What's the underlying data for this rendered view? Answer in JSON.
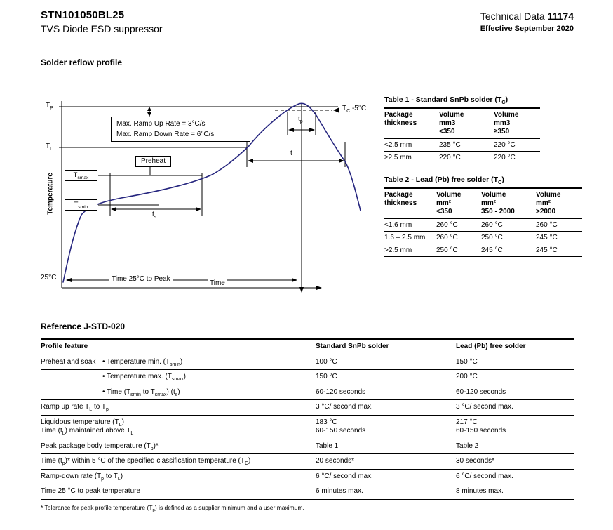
{
  "header": {
    "part_number": "STN101050BL25",
    "subtitle": "TVS Diode ESD suppressor",
    "doc_type": "Technical Data",
    "doc_number": "11174",
    "effective": "Effective September 2020"
  },
  "section_title": "Solder reflow profile",
  "reference_title": "Reference J-STD-020",
  "colors": {
    "curve": "#26267f"
  },
  "chart": {
    "y_axis_label": "Temperature",
    "x_axis_label": "Time",
    "tp": [
      {
        "t": "T"
      },
      {
        "s": "P"
      }
    ],
    "tl": [
      {
        "t": "T"
      },
      {
        "s": "L"
      }
    ],
    "tsmax": [
      {
        "t": "T"
      },
      {
        "s": "smax"
      }
    ],
    "tsmin": [
      {
        "t": "T"
      },
      {
        "s": "smin"
      }
    ],
    "start_temp": "25°C",
    "ramp_up": "Max. Ramp Up Rate = 3°C/s",
    "ramp_down": "Max. Ramp Down Rate = 6°C/s",
    "preheat": "Preheat",
    "tc_label": [
      {
        "t": "T"
      },
      {
        "s": "C"
      },
      {
        "t": " -5°C"
      }
    ],
    "tp_time": [
      {
        "t": "t"
      },
      {
        "s": "p"
      }
    ],
    "t_time": "t",
    "ts_time": [
      {
        "t": "t"
      },
      {
        "s": "s"
      }
    ],
    "time_to_peak": "Time 25°C to Peak"
  },
  "table1": {
    "title": [
      {
        "t": "Table 1 - Standard SnPb solder (T"
      },
      {
        "s": "C"
      },
      {
        "t": ")"
      }
    ],
    "col_headers": [
      "Package\nthickness",
      "Volume\nmm3\n<350",
      "Volume\nmm3\n≥350"
    ],
    "rows": [
      {
        "thickness": "<2.5 mm",
        "v1": "235 °C",
        "v2": "220 °C"
      },
      {
        "thickness": "≥2.5 mm",
        "v1": "220 °C",
        "v2": "220 °C"
      }
    ]
  },
  "table2": {
    "title": [
      {
        "t": "Table 2 - Lead (Pb) free solder (T"
      },
      {
        "s": "C"
      },
      {
        "t": ")"
      }
    ],
    "col_headers": [
      "Package\nthickness",
      "Volume\nmm²\n<350",
      "Volume\nmm²\n350 - 2000",
      "Volume\nmm²\n>2000"
    ],
    "rows": [
      {
        "thickness": "<1.6 mm",
        "v1": "260 °C",
        "v2": "260 °C",
        "v3": "260 °C"
      },
      {
        "thickness": "1.6 – 2.5 mm",
        "v1": "260 °C",
        "v2": "250 °C",
        "v3": "245 °C"
      },
      {
        "thickness": ">2.5 mm",
        "v1": "250 °C",
        "v2": "245 °C",
        "v3": "245 °C"
      }
    ]
  },
  "ref_table": {
    "col_headers": [
      "Profile feature",
      "Standard SnPb solder",
      "Lead (Pb) free solder"
    ],
    "rows": [
      {
        "group": "Preheat and soak",
        "feature": [
          {
            "t": "•  Temperature min. (T"
          },
          {
            "s": "smin"
          },
          {
            "t": ")"
          }
        ],
        "snpb": "100 °C",
        "pbfree": "150 °C"
      },
      {
        "group": "",
        "feature": [
          {
            "t": "•  Temperature max. (T"
          },
          {
            "s": "smax"
          },
          {
            "t": ")"
          }
        ],
        "snpb": "150 °C",
        "pbfree": "200 °C"
      },
      {
        "group": "",
        "feature": [
          {
            "t": "•  Time (T"
          },
          {
            "s": "smin"
          },
          {
            "t": " to T"
          },
          {
            "s": "smax"
          },
          {
            "t": ") (t"
          },
          {
            "s": "s"
          },
          {
            "t": ")"
          }
        ],
        "snpb": "60-120 seconds",
        "pbfree": "60-120 seconds"
      },
      {
        "feature": [
          {
            "t": "Ramp up rate T"
          },
          {
            "s": "L"
          },
          {
            "t": " to T"
          },
          {
            "s": "p"
          }
        ],
        "snpb": "3 °C/ second max.",
        "pbfree": "3 °C/ second max."
      },
      {
        "feature": [
          {
            "t": "Liquidous temperature (T"
          },
          {
            "s": "L"
          },
          {
            "t": ")"
          },
          {
            "br": true
          },
          {
            "t": "Time (t"
          },
          {
            "s": "L"
          },
          {
            "t": ") maintained above T"
          },
          {
            "s": "L"
          }
        ],
        "snpb": [
          {
            "t": "183 °C"
          },
          {
            "br": true
          },
          {
            "t": "60-150 seconds"
          }
        ],
        "pbfree": [
          {
            "t": "217 °C"
          },
          {
            "br": true
          },
          {
            "t": "60-150 seconds"
          }
        ]
      },
      {
        "feature": [
          {
            "t": "Peak package body temperature (T"
          },
          {
            "s": "p"
          },
          {
            "t": ")*"
          }
        ],
        "snpb": "Table 1",
        "pbfree": "Table 2"
      },
      {
        "feature": [
          {
            "t": "Time (t"
          },
          {
            "s": "p"
          },
          {
            "t": ")* within 5 °C of the specified classification temperature (T"
          },
          {
            "s": "C"
          },
          {
            "t": ")"
          }
        ],
        "snpb": "20 seconds*",
        "pbfree": "30 seconds*"
      },
      {
        "feature": [
          {
            "t": "Ramp-down rate (T"
          },
          {
            "s": "p"
          },
          {
            "t": " to T"
          },
          {
            "s": "L"
          },
          {
            "t": ")"
          }
        ],
        "snpb": "6 °C/ second max.",
        "pbfree": "6 °C/ second max."
      },
      {
        "feature": [
          {
            "t": "Time 25 °C to peak temperature"
          }
        ],
        "snpb": "6 minutes max.",
        "pbfree": "8 minutes max."
      }
    ]
  },
  "footnote": [
    {
      "t": "* Tolerance for peak profile temperature (T"
    },
    {
      "s": "p"
    },
    {
      "t": ") is defined as a supplier minimum and a user maximum."
    }
  ]
}
